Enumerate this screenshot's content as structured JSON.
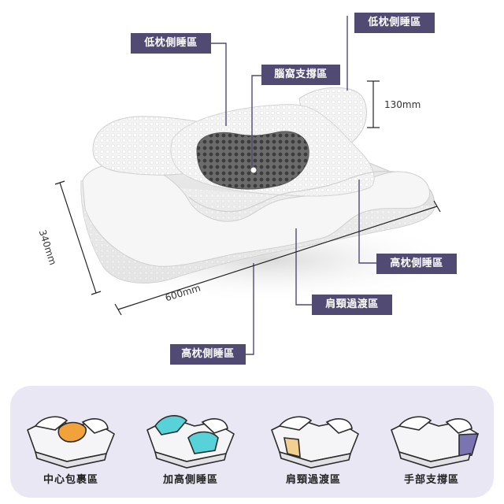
{
  "diagram": {
    "callouts": {
      "top_left": "低枕側睡區",
      "top_right": "低枕側睡區",
      "center": "腦窩支撐區",
      "right_lower": "高枕側睡區",
      "bottom_center": "肩頸過渡區",
      "bottom_left": "高枕側睡區"
    },
    "dimensions": {
      "height": "130mm",
      "depth": "340mm",
      "width": "600mm"
    }
  },
  "features": [
    {
      "label": "中心包裹區",
      "highlight": "#f2a23a"
    },
    {
      "label": "加高側睡區",
      "highlight": "#56d2d8"
    },
    {
      "label": "肩頸過渡區",
      "highlight": "#f4cf92"
    },
    {
      "label": "手部支撐區",
      "highlight": "#7a74b0"
    }
  ],
  "colors": {
    "tag_bg": "#514a73",
    "panel_bg": "#e9e7f3"
  }
}
